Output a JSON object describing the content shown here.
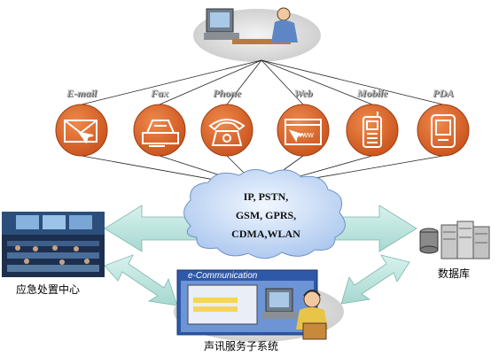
{
  "channels": [
    {
      "name": "E-mail",
      "icon": "envelope-icon"
    },
    {
      "name": "Fax",
      "icon": "fax-icon"
    },
    {
      "name": "Phone",
      "icon": "telephone-icon"
    },
    {
      "name": "Web",
      "icon": "web-browser-icon"
    },
    {
      "name": "Mobile",
      "icon": "mobile-phone-icon"
    },
    {
      "name": "PDA",
      "icon": "pda-icon"
    }
  ],
  "cloud": {
    "lines": [
      "IP, PSTN,",
      "GSM, GPRS,",
      "CDMA,WLAN"
    ]
  },
  "nodes": {
    "emergency_center": "应急处置中心",
    "voice_subsystem": "声讯服务子系统",
    "database": "数据库"
  },
  "screen_banner": "e-Communication",
  "colors": {
    "channel_circle": "#d9642a",
    "arrow_fill": "#bfe6e0",
    "cloud_fill": "#c9dcf5"
  }
}
